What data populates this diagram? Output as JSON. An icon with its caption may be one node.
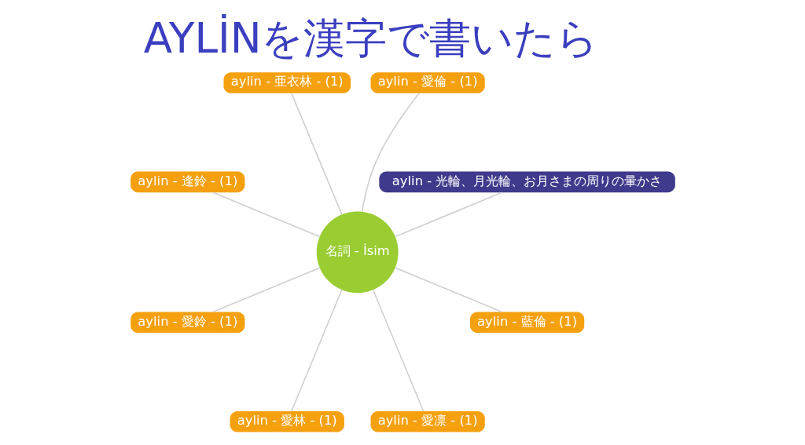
{
  "diagram": {
    "title": "AYLİNを漢字で書いたら",
    "nodes": [
      {
        "text": [
          "名詞 - İsim"
        ]
      },
      {
        "text": [
          "aylin - 光輪、月光輪、お月さまの周りの暈かさ"
        ]
      },
      {
        "text": [
          "aylin - 愛倫 - (1)"
        ]
      },
      {
        "text": [
          "aylin - 亜衣林 - (1)"
        ]
      },
      {
        "text": [
          "aylin - 逢鈴 - (1)"
        ]
      },
      {
        "text": [
          "aylin - 愛鈴 - (1)"
        ]
      },
      {
        "text": [
          "aylin - 愛林 - (1)"
        ]
      },
      {
        "text": [
          "aylin - 愛凛 - (1)"
        ]
      },
      {
        "text": [
          "aylin - 藍倫 - (1)"
        ]
      }
    ],
    "edges": [
      {
        "from": 0,
        "to": 1,
        "arrow": "none"
      },
      {
        "from": 0,
        "to": 2,
        "arrow": "none"
      },
      {
        "from": 0,
        "to": 3,
        "arrow": "none"
      },
      {
        "from": 0,
        "to": 4,
        "arrow": "none"
      },
      {
        "from": 0,
        "to": 5,
        "arrow": "none"
      },
      {
        "from": 0,
        "to": 6,
        "arrow": "none"
      },
      {
        "from": 0,
        "to": 7,
        "arrow": "none"
      },
      {
        "from": 0,
        "to": 8,
        "arrow": "none"
      }
    ]
  }
}
